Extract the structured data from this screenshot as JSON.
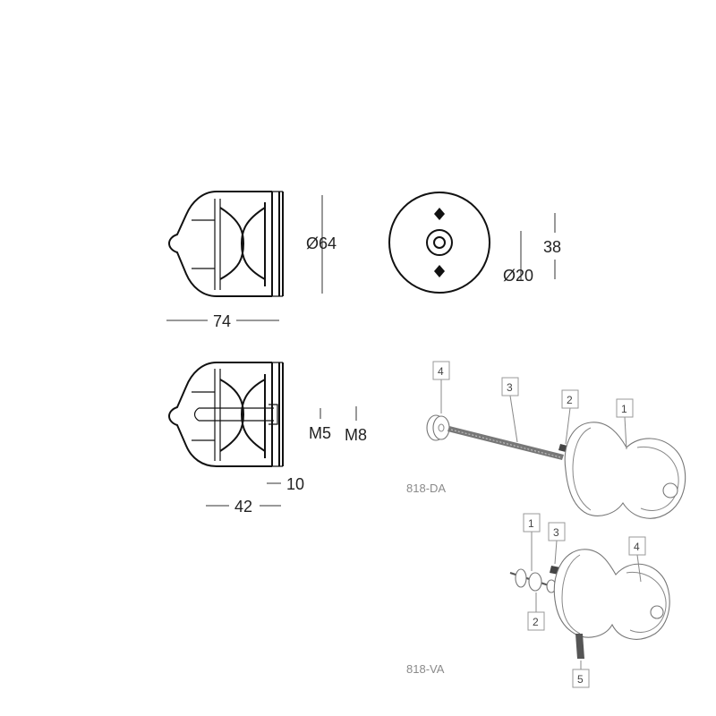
{
  "dimensions": {
    "diameter_knob": "Ø64",
    "width_side": "74",
    "diameter_base": "Ø20",
    "base_height": "38",
    "thread_m5": "M5",
    "thread_m8": "M8",
    "projection": "10",
    "depth": "42"
  },
  "models": {
    "da": "818-DA",
    "va": "818-VA"
  },
  "callouts_da": [
    "4",
    "3",
    "2",
    "1"
  ],
  "callouts_va": [
    "1",
    "3",
    "4",
    "2",
    "5"
  ]
}
